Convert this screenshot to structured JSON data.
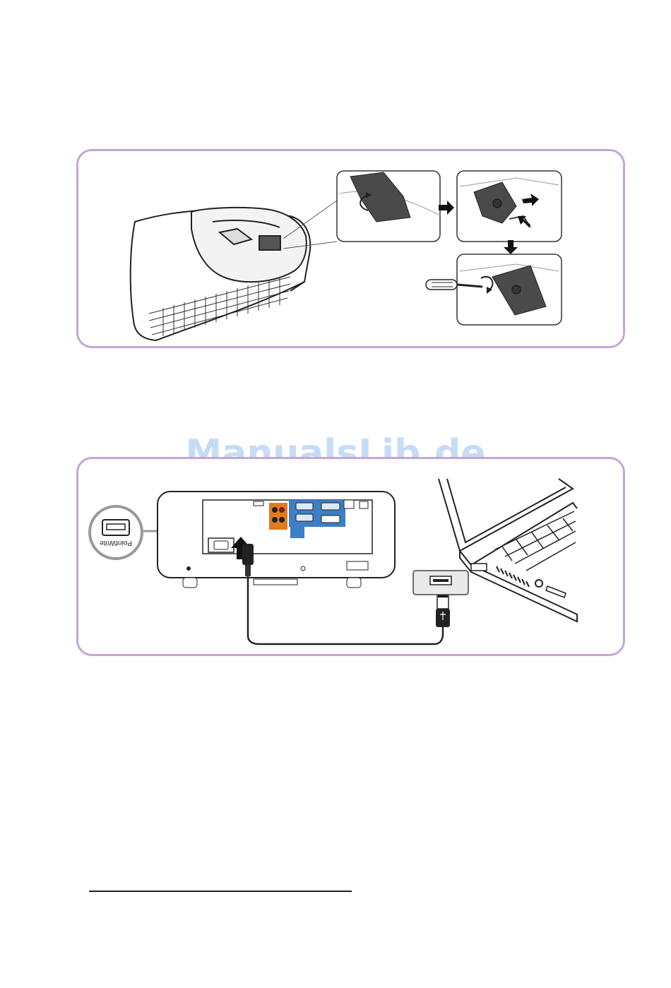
{
  "watermark": {
    "text": "ManualsLib.de"
  },
  "bottom_figure": {
    "port_label": "PointWrite"
  },
  "colors": {
    "panel_border": "#c3a7d6",
    "port_orange": "#e07b22",
    "port_blue": "#3b7fc4",
    "watermark": "#78aae6"
  },
  "icons": [
    "projector-ceiling-illustration",
    "lamp-cover-step-1",
    "lamp-cover-step-2",
    "lamp-cover-step-3",
    "screwdriver-icon",
    "arrow-right-icon",
    "arrow-down-icon",
    "usb-cable-illustration",
    "laptop-illustration",
    "usb-port-callout"
  ]
}
